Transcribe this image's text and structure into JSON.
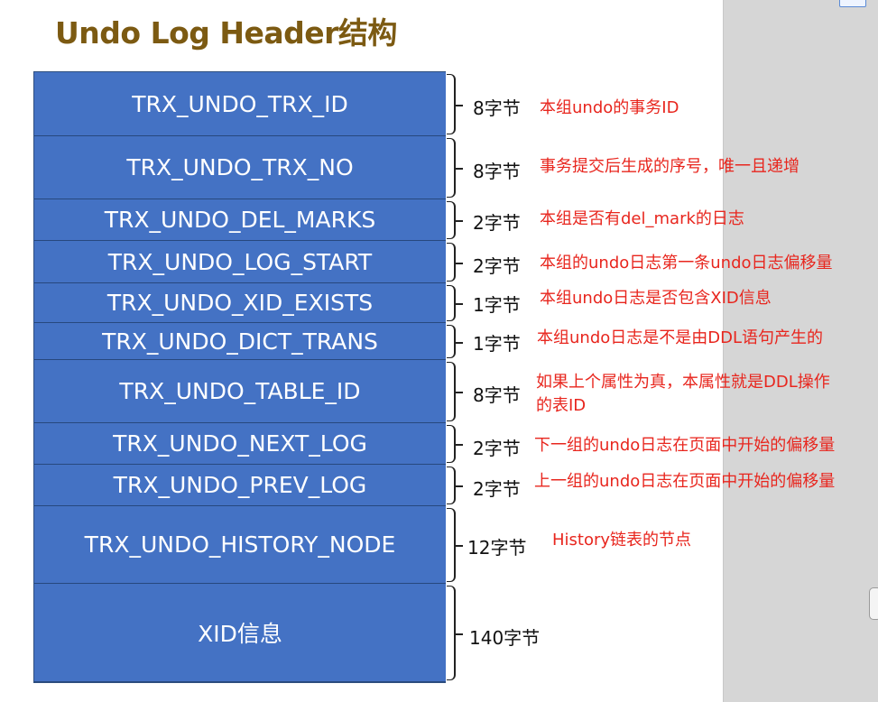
{
  "title": "Undo Log Header结构",
  "fields": [
    {
      "name": "TRX_UNDO_TRX_ID",
      "size": "8字节",
      "desc": "本组undo的事务ID"
    },
    {
      "name": "TRX_UNDO_TRX_NO",
      "size": "8字节",
      "desc": "事务提交后生成的序号，唯一且递增"
    },
    {
      "name": "TRX_UNDO_DEL_MARKS",
      "size": "2字节",
      "desc": "本组是否有del_mark的日志"
    },
    {
      "name": "TRX_UNDO_LOG_START",
      "size": "2字节",
      "desc": "本组的undo日志第一条undo日志偏移量"
    },
    {
      "name": "TRX_UNDO_XID_EXISTS",
      "size": "1字节",
      "desc": "本组undo日志是否包含XID信息"
    },
    {
      "name": "TRX_UNDO_DICT_TRANS",
      "size": "1字节",
      "desc": "本组undo日志是不是由DDL语句产生的"
    },
    {
      "name": "TRX_UNDO_TABLE_ID",
      "size": "8字节",
      "desc": "如果上个属性为真，本属性就是DDL操作",
      "desc2": "的表ID"
    },
    {
      "name": "TRX_UNDO_NEXT_LOG",
      "size": "2字节",
      "desc": "下一组的undo日志在页面中开始的偏移量"
    },
    {
      "name": "TRX_UNDO_PREV_LOG",
      "size": "2字节",
      "desc": "上一组的undo日志在页面中开始的偏移量"
    },
    {
      "name": "TRX_UNDO_HISTORY_NODE",
      "size": "12字节",
      "desc": "History链表的节点"
    },
    {
      "name": "XID信息",
      "size": "140字节",
      "desc": ""
    }
  ],
  "colors": {
    "field_fill": "#4472c4",
    "title": "#7c5a12",
    "desc": "#e8261e"
  }
}
